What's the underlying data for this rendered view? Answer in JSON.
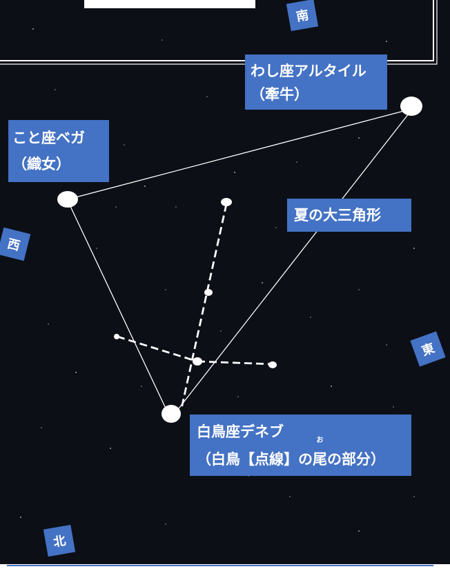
{
  "labels": {
    "altair": {
      "line1": "わし座アルタイル",
      "line2": "（牽牛）"
    },
    "vega": {
      "line1": "こと座ベガ",
      "line2": "（織女）"
    },
    "triangle": "夏の大三角形",
    "deneb": {
      "line1": "白鳥座デネブ",
      "line2_a": "（白鳥【点線】の",
      "line2_tail": "尾",
      "line2_tail_reading": "お",
      "line2_b": "の部分）"
    }
  },
  "directions": {
    "south": "南",
    "west": "西",
    "east": "東",
    "north": "北"
  },
  "colors": {
    "sky": "#0c0f16",
    "label_bg": "#4472c4",
    "text": "#ffffff",
    "line": "#ffffff"
  }
}
